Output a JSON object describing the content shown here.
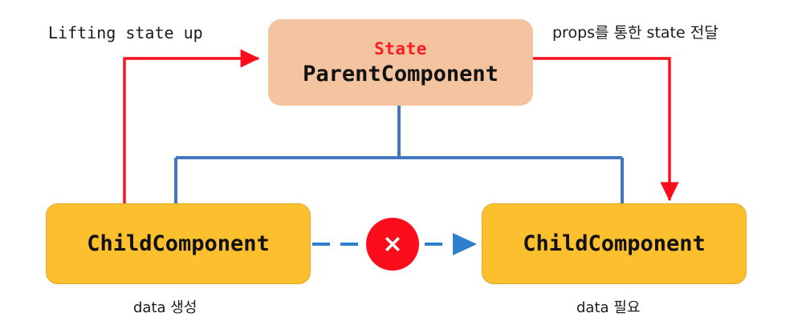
{
  "diagram": {
    "title": "React lifting state up / props data flow",
    "background": "#ffffff",
    "colors": {
      "parent_fill": "#f4c4a0",
      "child_fill": "#fcc02e",
      "child_border": "#e0a827",
      "red": "#fb0d1b",
      "blue": "#4178c0",
      "text": "#111111"
    }
  },
  "parent": {
    "state_label": "State",
    "title": "ParentComponent"
  },
  "children": [
    {
      "title": "ChildComponent",
      "caption": "data 생성"
    },
    {
      "title": "ChildComponent",
      "caption": "data 필요"
    }
  ],
  "annotations": {
    "lifting": "Lifting state up",
    "props": "props를 통한 state 전달"
  },
  "badge": {
    "icon": "x-mark-icon",
    "meaning": "blocked"
  },
  "edges": [
    {
      "name": "lifting-state-up",
      "color": "#fb0d1b",
      "style": "solid",
      "from": "child-left",
      "to": "parent"
    },
    {
      "name": "props-down",
      "color": "#fb0d1b",
      "style": "solid",
      "from": "parent",
      "to": "child-right"
    },
    {
      "name": "parent-to-children-tree",
      "color": "#4178c0",
      "style": "solid",
      "from": "parent",
      "to": "children"
    },
    {
      "name": "sibling-direct-blocked",
      "color": "#4178c0",
      "style": "dashed",
      "from": "child-left",
      "to": "child-right"
    }
  ]
}
